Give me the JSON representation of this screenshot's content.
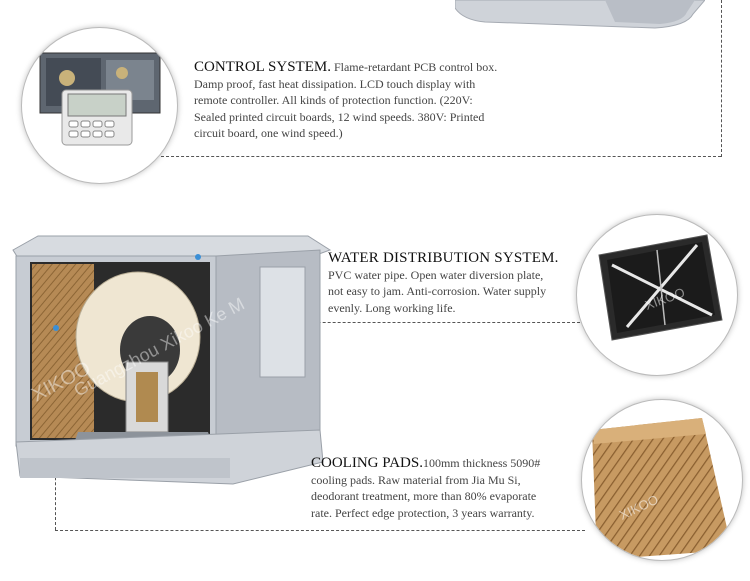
{
  "sections": {
    "control": {
      "title": "CONTROL SYSTEM.",
      "body_first": " Flame-retardant PCB control box.",
      "lines": [
        "Damp proof, fast heat dissipation. LCD touch display with",
        "remote controller. All kinds of protection function. (220V:",
        "Sealed printed circuit boards, 12 wind speeds. 380V: Printed",
        "circuit board, one wind speed.)"
      ]
    },
    "water": {
      "title": "WATER DISTRIBUTION SYSTEM.",
      "lines": [
        "PVC water pipe. Open water diversion plate,",
        "not easy to jam. Anti-corrosion. Water supply",
        "evenly. Long working life."
      ]
    },
    "cooling": {
      "title": "COOLING PADS.",
      "body_first": "100mm thickness 5090#",
      "lines": [
        "cooling pads. Raw material from Jia Mu Si,",
        "deodorant treatment, more than 80% evaporate",
        "rate. Perfect edge protection, 3 years warranty."
      ]
    }
  },
  "watermarks": {
    "brand": "XIKOO",
    "company": "Guangzhou Xikoo Ke M"
  },
  "colors": {
    "unit_body": "#c7ccd3",
    "pad": "#b68a55",
    "fan": "#efe6d2",
    "tray": "#2a2a2a"
  }
}
